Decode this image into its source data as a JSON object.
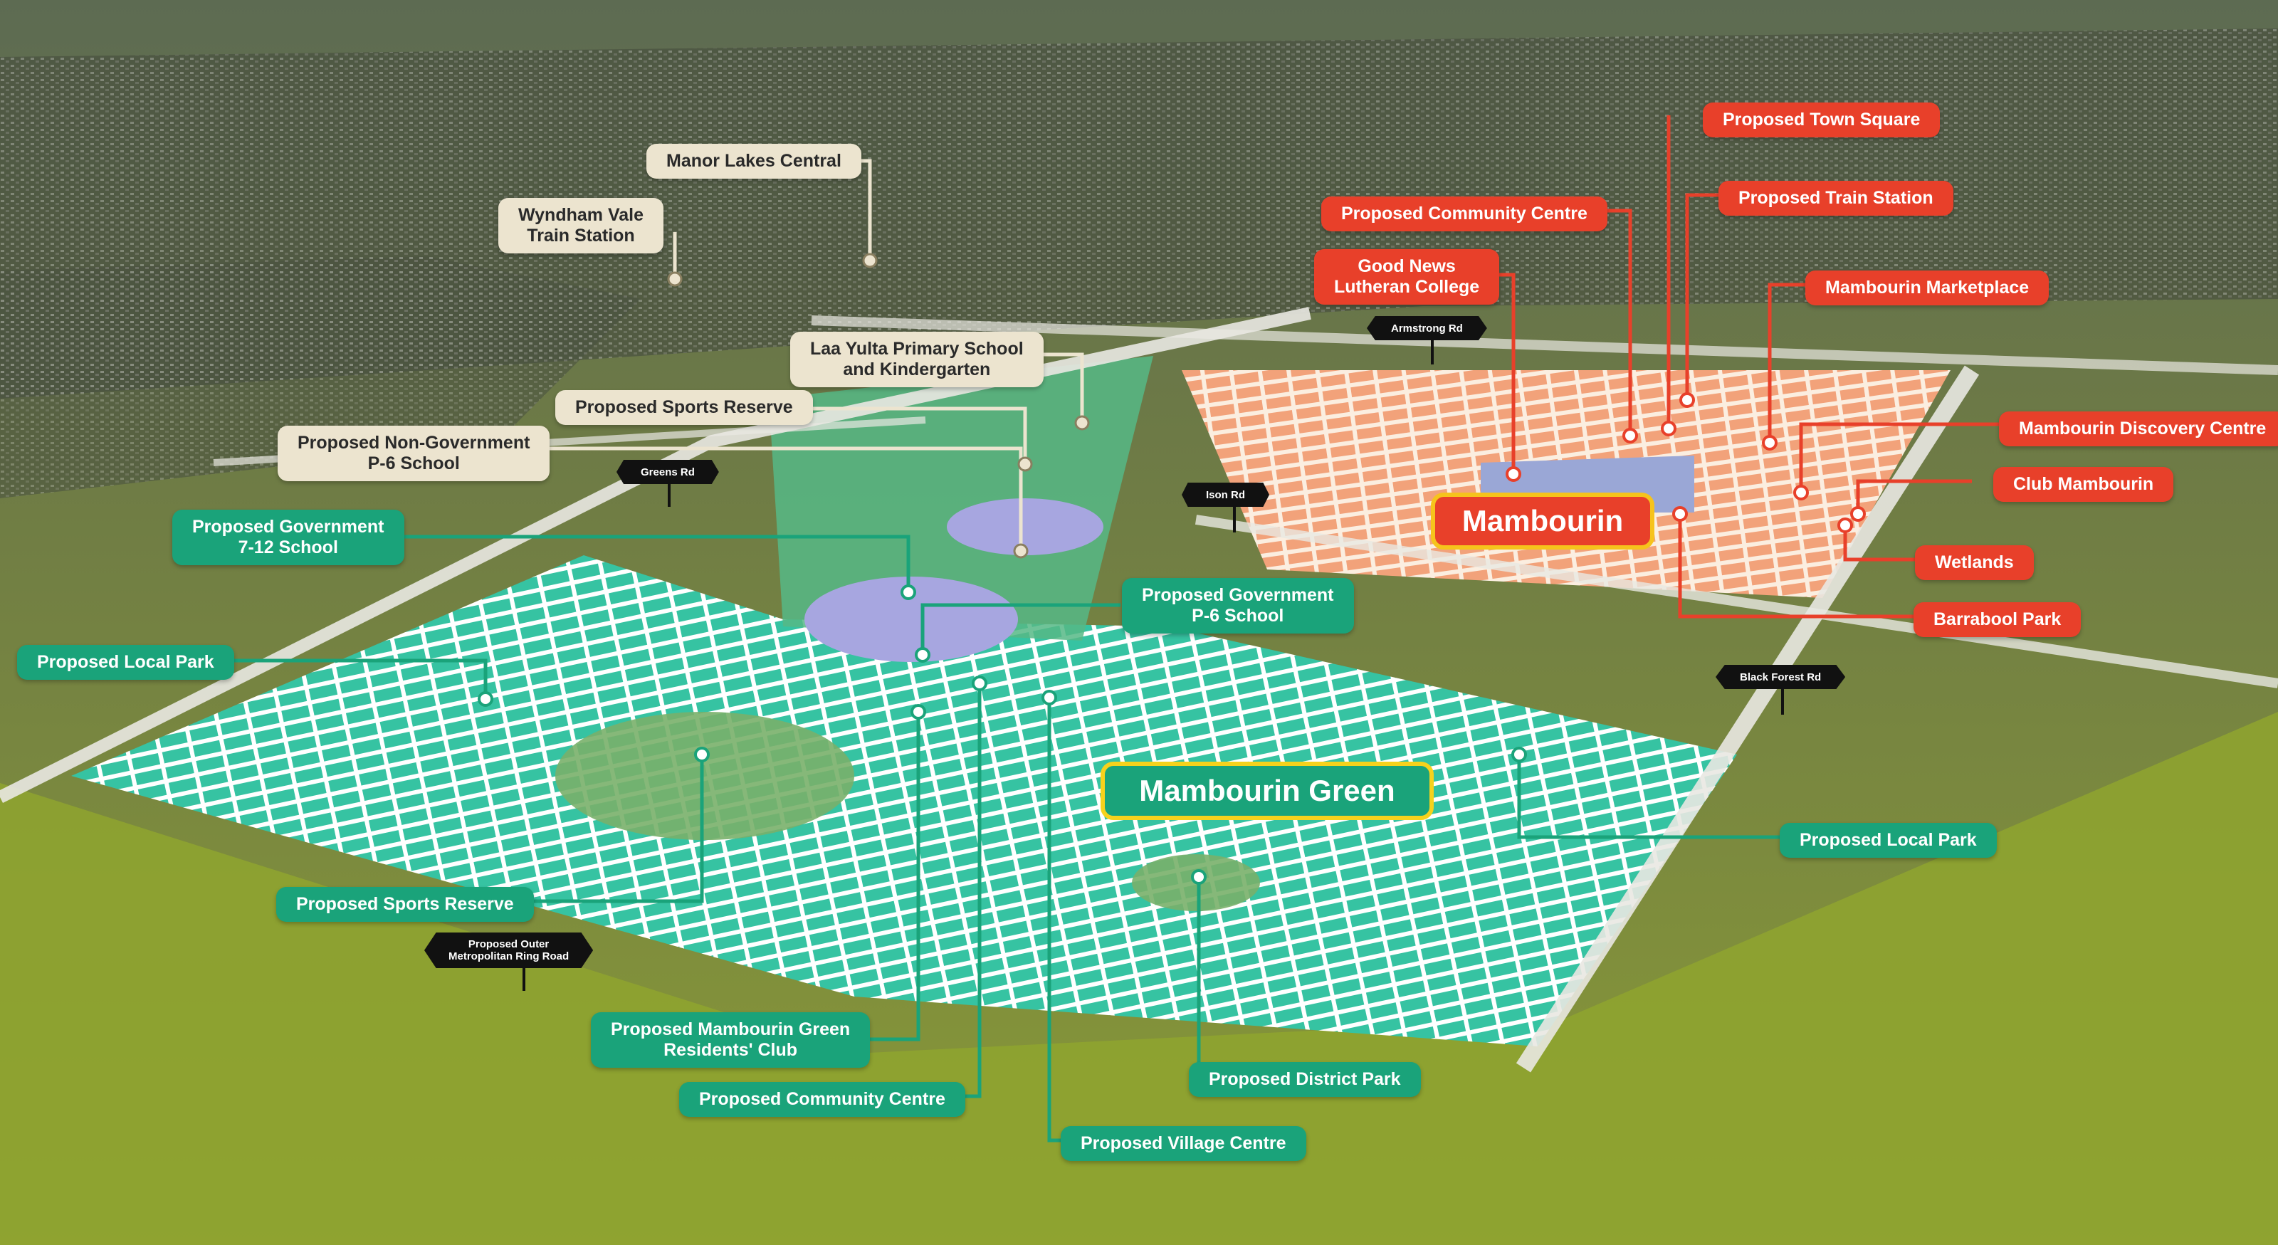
{
  "map": {
    "brands": {
      "mambourin": "Mambourin",
      "mambourin_green": "Mambourin Green"
    },
    "cream_labels": {
      "manor_lakes": "Manor Lakes Central",
      "wyndham_vale": "Wyndham Vale\nTrain Station",
      "laa_yulta": "Laa Yulta Primary School\nand Kindergarten",
      "sports_reserve": "Proposed Sports Reserve",
      "non_gov_school": "Proposed Non-Government\nP-6 School"
    },
    "red_labels": {
      "town_square": "Proposed Town Square",
      "community_centre": "Proposed Community Centre",
      "train_station": "Proposed Train Station",
      "good_news": "Good News\nLutheran College",
      "marketplace": "Mambourin Marketplace",
      "discovery_centre": "Mambourin Discovery Centre",
      "club_mambourin": "Club Mambourin",
      "wetlands": "Wetlands",
      "barrabool_park": "Barrabool Park"
    },
    "teal_labels": {
      "gov_7_12": "Proposed Government\n7-12 School",
      "local_park_left": "Proposed Local Park",
      "gov_p6": "Proposed Government\nP-6 School",
      "local_park_right": "Proposed Local Park",
      "sports_reserve": "Proposed Sports Reserve",
      "residents_club": "Proposed Mambourin Green\nResidents' Club",
      "community_centre": "Proposed Community Centre",
      "district_park": "Proposed District Park",
      "village_centre": "Proposed Village Centre"
    },
    "roads": {
      "armstrong": "Armstrong Rd",
      "greens": "Greens Rd",
      "ison": "Ison Rd",
      "black_forest": "Black Forest Rd",
      "ring_road": "Proposed Outer\nMetropolitan Ring Road"
    },
    "colors": {
      "cream": "#ece4cf",
      "red": "#e8402a",
      "teal": "#1aa37a",
      "yellow_border": "#f6c31c"
    }
  }
}
